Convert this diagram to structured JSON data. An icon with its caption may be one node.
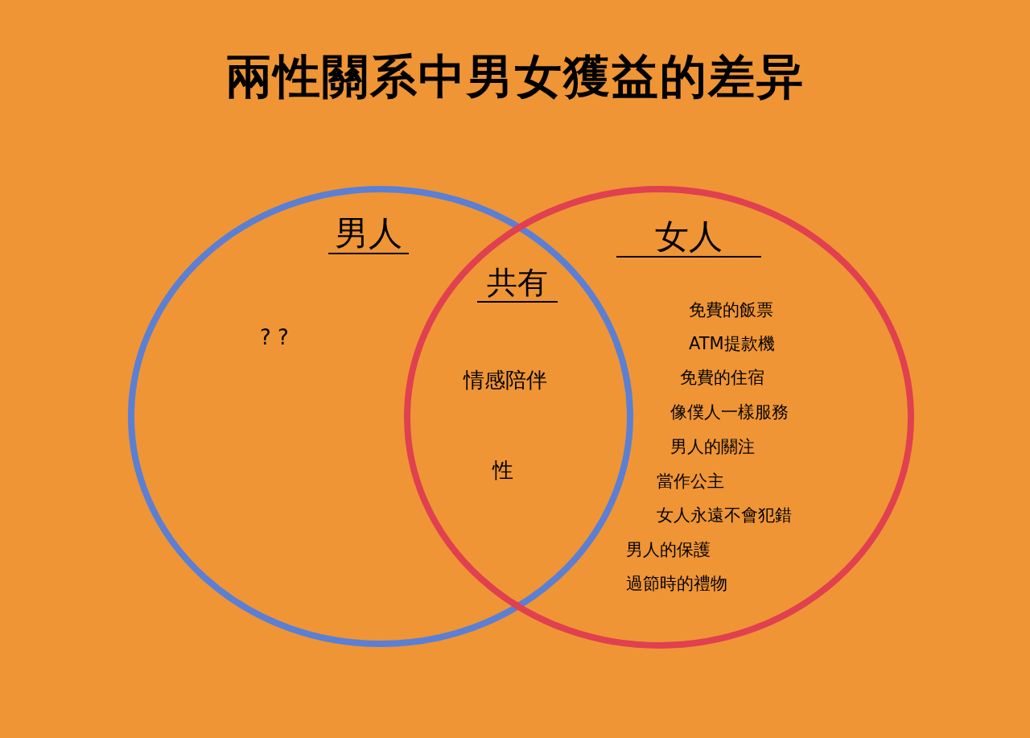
{
  "diagram": {
    "title": "兩性關系中男女獲益的差异",
    "nodes": [
      {
        "text": [
          "男人",
          "? ?"
        ]
      },
      {
        "text": [
          "女人",
          "免費的飯票",
          "ATM提款機",
          "免費的住宿",
          "像僕人一樣服務",
          "男人的關注",
          "當作公主",
          "女人永遠不會犯錯",
          "男人的保護",
          "過節時的禮物"
        ]
      },
      {
        "text": [
          "共有",
          "情感陪伴",
          "性"
        ]
      }
    ]
  }
}
